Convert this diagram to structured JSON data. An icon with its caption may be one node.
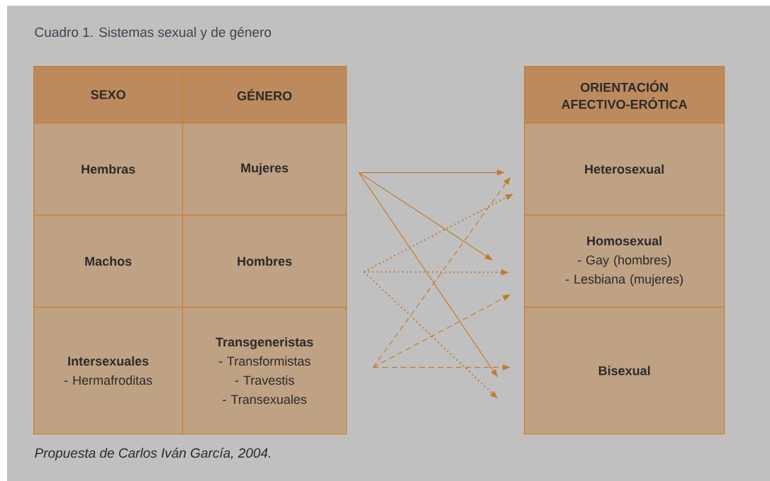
{
  "diagram": {
    "title": "Cuadro 1. Sistemas sexual y de género",
    "caption": "Propuesta de Carlos Iván García, 2004.",
    "nodes": [
      {
        "text": [
          "SEXO"
        ]
      },
      {
        "text": [
          "GÉNERO"
        ]
      },
      {
        "text": [
          "Hembras"
        ]
      },
      {
        "text": [
          "Mujeres"
        ]
      },
      {
        "text": [
          "Machos"
        ]
      },
      {
        "text": [
          "Hombres"
        ]
      },
      {
        "text": [
          "Intersexuales",
          "- Hermafroditas"
        ]
      },
      {
        "text": [
          "Transgeneristas",
          "- Transformistas",
          "- Travestis",
          "- Transexuales"
        ]
      },
      {
        "text": [
          "ORIENTACIÓN AFECTIVO-ERÓTICA"
        ]
      },
      {
        "text": [
          "Heterosexual"
        ]
      },
      {
        "text": [
          "Homosexual",
          "- Gay (hombres)",
          "- Lesbiana (mujeres)"
        ]
      },
      {
        "text": [
          "Bisexual"
        ]
      }
    ],
    "edges": [
      {
        "from": 3,
        "to": 9,
        "arrow": "to"
      },
      {
        "from": 3,
        "to": 10,
        "arrow": "to"
      },
      {
        "from": 3,
        "to": 11,
        "arrow": "to"
      },
      {
        "from": 5,
        "to": 9,
        "arrow": "to",
        "style": "dashed"
      },
      {
        "from": 5,
        "to": 10,
        "arrow": "to",
        "style": "dashed"
      },
      {
        "from": 5,
        "to": 11,
        "arrow": "to",
        "style": "dashed"
      },
      {
        "from": 7,
        "to": 9,
        "arrow": "to",
        "style": "dashed"
      },
      {
        "from": 7,
        "to": 10,
        "arrow": "to",
        "style": "dashed"
      },
      {
        "from": 7,
        "to": 11,
        "arrow": "to",
        "style": "dashed"
      }
    ]
  }
}
